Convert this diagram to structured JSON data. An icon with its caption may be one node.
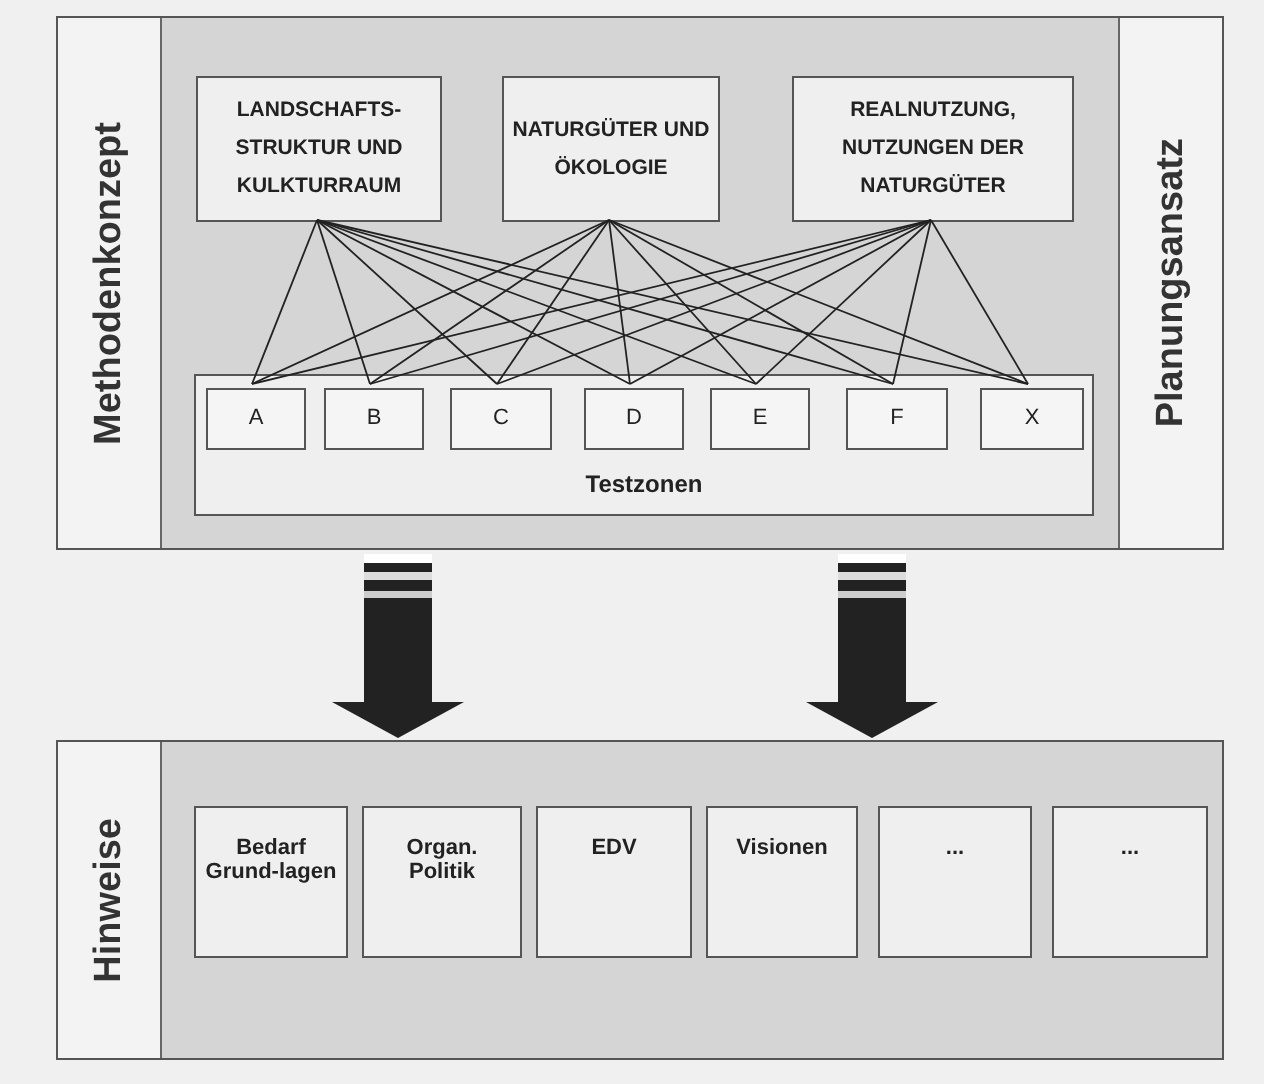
{
  "diagram": {
    "nodes": [
      {
        "text": [
          "Methodenkonzept",
          "Planungsansatz"
        ]
      },
      {
        "text": [
          "LANDSCHAFTS-STRUKTUR UND KULKTURRAUM"
        ],
        "in": 0
      },
      {
        "text": [
          "NATURGÜTER UND ÖKOLOGIE"
        ],
        "in": 0
      },
      {
        "text": [
          "REALNUTZUNG, NUTZUNGEN DER NATURGÜTER"
        ],
        "in": 0
      },
      {
        "text": [
          "Testzonen"
        ],
        "in": 0
      },
      {
        "text": [
          "A"
        ],
        "in": 4
      },
      {
        "text": [
          "B"
        ],
        "in": 4
      },
      {
        "text": [
          "C"
        ],
        "in": 4
      },
      {
        "text": [
          "D"
        ],
        "in": 4
      },
      {
        "text": [
          "E"
        ],
        "in": 4
      },
      {
        "text": [
          "F"
        ],
        "in": 4
      },
      {
        "text": [
          "X"
        ],
        "in": 4
      },
      {
        "text": [
          "Hinweise"
        ]
      },
      {
        "text": [
          "Bedarf Grund-lagen"
        ],
        "in": 12
      },
      {
        "text": [
          "Organ. Politik"
        ],
        "in": 12
      },
      {
        "text": [
          "EDV"
        ],
        "in": 12
      },
      {
        "text": [
          "Visionen"
        ],
        "in": 12
      },
      {
        "text": [
          "..."
        ],
        "in": 12
      },
      {
        "text": [
          "..."
        ],
        "in": 12
      }
    ],
    "edges": [
      {
        "from": 1,
        "to": 5,
        "arrow": "none"
      },
      {
        "from": 1,
        "to": 6,
        "arrow": "none"
      },
      {
        "from": 1,
        "to": 7,
        "arrow": "none"
      },
      {
        "from": 1,
        "to": 8,
        "arrow": "none"
      },
      {
        "from": 1,
        "to": 9,
        "arrow": "none"
      },
      {
        "from": 1,
        "to": 10,
        "arrow": "none"
      },
      {
        "from": 1,
        "to": 11,
        "arrow": "none"
      },
      {
        "from": 2,
        "to": 5,
        "arrow": "none"
      },
      {
        "from": 2,
        "to": 6,
        "arrow": "none"
      },
      {
        "from": 2,
        "to": 7,
        "arrow": "none"
      },
      {
        "from": 2,
        "to": 8,
        "arrow": "none"
      },
      {
        "from": 2,
        "to": 9,
        "arrow": "none"
      },
      {
        "from": 2,
        "to": 10,
        "arrow": "none"
      },
      {
        "from": 2,
        "to": 11,
        "arrow": "none"
      },
      {
        "from": 3,
        "to": 5,
        "arrow": "none"
      },
      {
        "from": 3,
        "to": 6,
        "arrow": "none"
      },
      {
        "from": 3,
        "to": 7,
        "arrow": "none"
      },
      {
        "from": 3,
        "to": 8,
        "arrow": "none"
      },
      {
        "from": 3,
        "to": 9,
        "arrow": "none"
      },
      {
        "from": 3,
        "to": 10,
        "arrow": "none"
      },
      {
        "from": 3,
        "to": 11,
        "arrow": "none"
      },
      {
        "from": 0,
        "to": 12,
        "arrow": "to",
        "style": "thick"
      },
      {
        "from": 0,
        "to": 12,
        "arrow": "to",
        "style": "thick"
      }
    ]
  }
}
